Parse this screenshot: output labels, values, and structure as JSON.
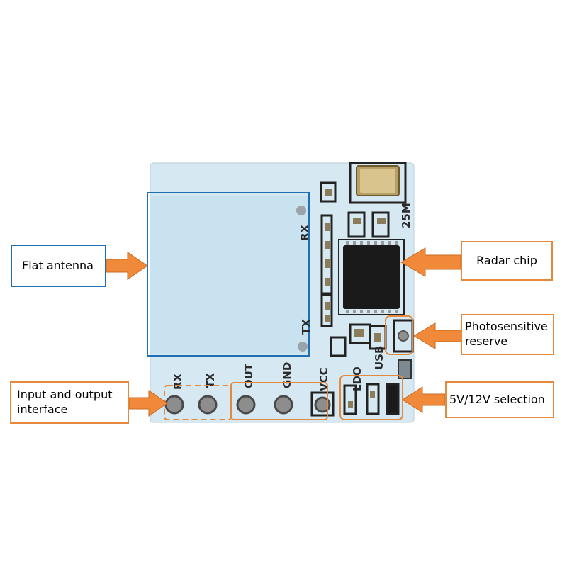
{
  "callouts": {
    "flat_antenna": "Flat antenna",
    "radar_chip": "Radar chip",
    "photosensitive_reserve": "Photosensitive reserve",
    "io_interface": "Input and output interface",
    "selection": "5V/12V selection"
  },
  "silkscreen": {
    "rx_side": "RX",
    "tx_side": "TX",
    "crystal_mark": "25M",
    "pin_rx": "RX",
    "pin_tx": "TX",
    "pin_out": "OUT",
    "pin_gnd": "GND",
    "pin_vcc": "VCC",
    "ldo": "LDO",
    "usb": "USB"
  },
  "colors": {
    "board": "#d6e9f3",
    "antenna": "#c9e2ef",
    "callout_blue": "#1f6fb2",
    "callout_orange": "#e58a3c",
    "arrow": "#f08a3a",
    "chip": "#1a1a1a"
  }
}
